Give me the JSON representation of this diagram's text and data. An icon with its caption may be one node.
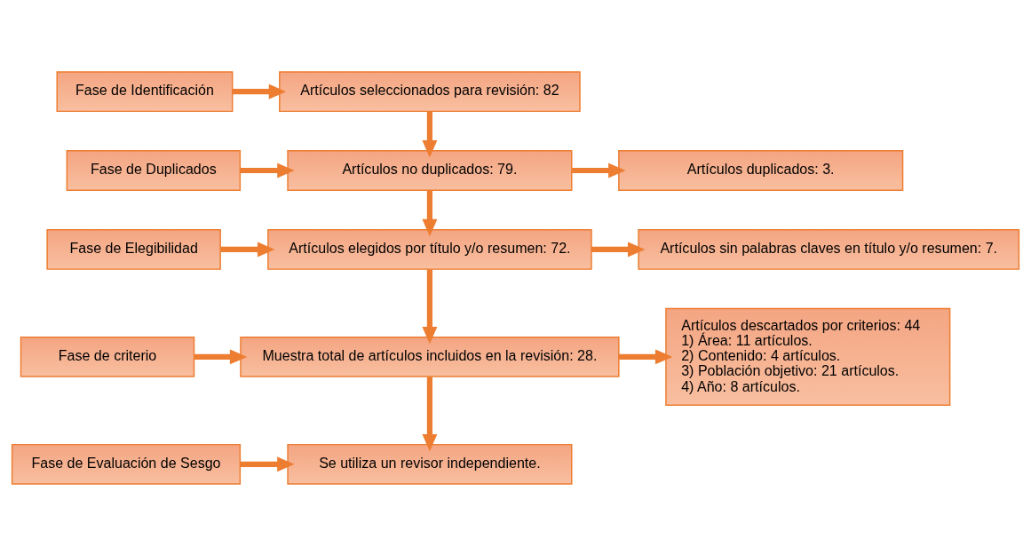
{
  "diagram": {
    "nodes": [
      {
        "text": [
          "Fase de Identificación"
        ]
      },
      {
        "text": [
          "Artículos seleccionados para revisión: 82"
        ]
      },
      {
        "text": [
          "Fase de Duplicados"
        ]
      },
      {
        "text": [
          "Artículos no duplicados: 79."
        ]
      },
      {
        "text": [
          "Artículos duplicados: 3."
        ]
      },
      {
        "text": [
          "Fase de Elegibilidad"
        ]
      },
      {
        "text": [
          "Artículos elegidos por título y/o resumen: 72."
        ]
      },
      {
        "text": [
          "Artículos sin palabras claves en título y/o resumen: 7."
        ]
      },
      {
        "text": [
          "Fase de criterio"
        ]
      },
      {
        "text": [
          "Muestra total de artículos incluidos en la revisión: 28."
        ]
      },
      {
        "text": [
          "Artículos descartados por criterios: 44",
          "1) Área: 11 artículos.",
          "2) Contenido: 4 artículos.",
          "3) Población objetivo: 21 artículos.",
          "4) Año: 8 artículos."
        ]
      },
      {
        "text": [
          "Fase de Evaluación de Sesgo"
        ]
      },
      {
        "text": [
          "Se utiliza un revisor independiente."
        ]
      }
    ],
    "edges": [
      {
        "from": 0,
        "to": 1,
        "arrow": "to"
      },
      {
        "from": 1,
        "to": 3,
        "arrow": "to"
      },
      {
        "from": 2,
        "to": 3,
        "arrow": "to"
      },
      {
        "from": 3,
        "to": 4,
        "arrow": "to"
      },
      {
        "from": 3,
        "to": 6,
        "arrow": "to"
      },
      {
        "from": 5,
        "to": 6,
        "arrow": "to"
      },
      {
        "from": 6,
        "to": 7,
        "arrow": "to"
      },
      {
        "from": 6,
        "to": 9,
        "arrow": "to"
      },
      {
        "from": 8,
        "to": 9,
        "arrow": "to"
      },
      {
        "from": 9,
        "to": 10,
        "arrow": "to"
      },
      {
        "from": 9,
        "to": 12,
        "arrow": "to"
      },
      {
        "from": 11,
        "to": 12,
        "arrow": "to"
      }
    ]
  }
}
